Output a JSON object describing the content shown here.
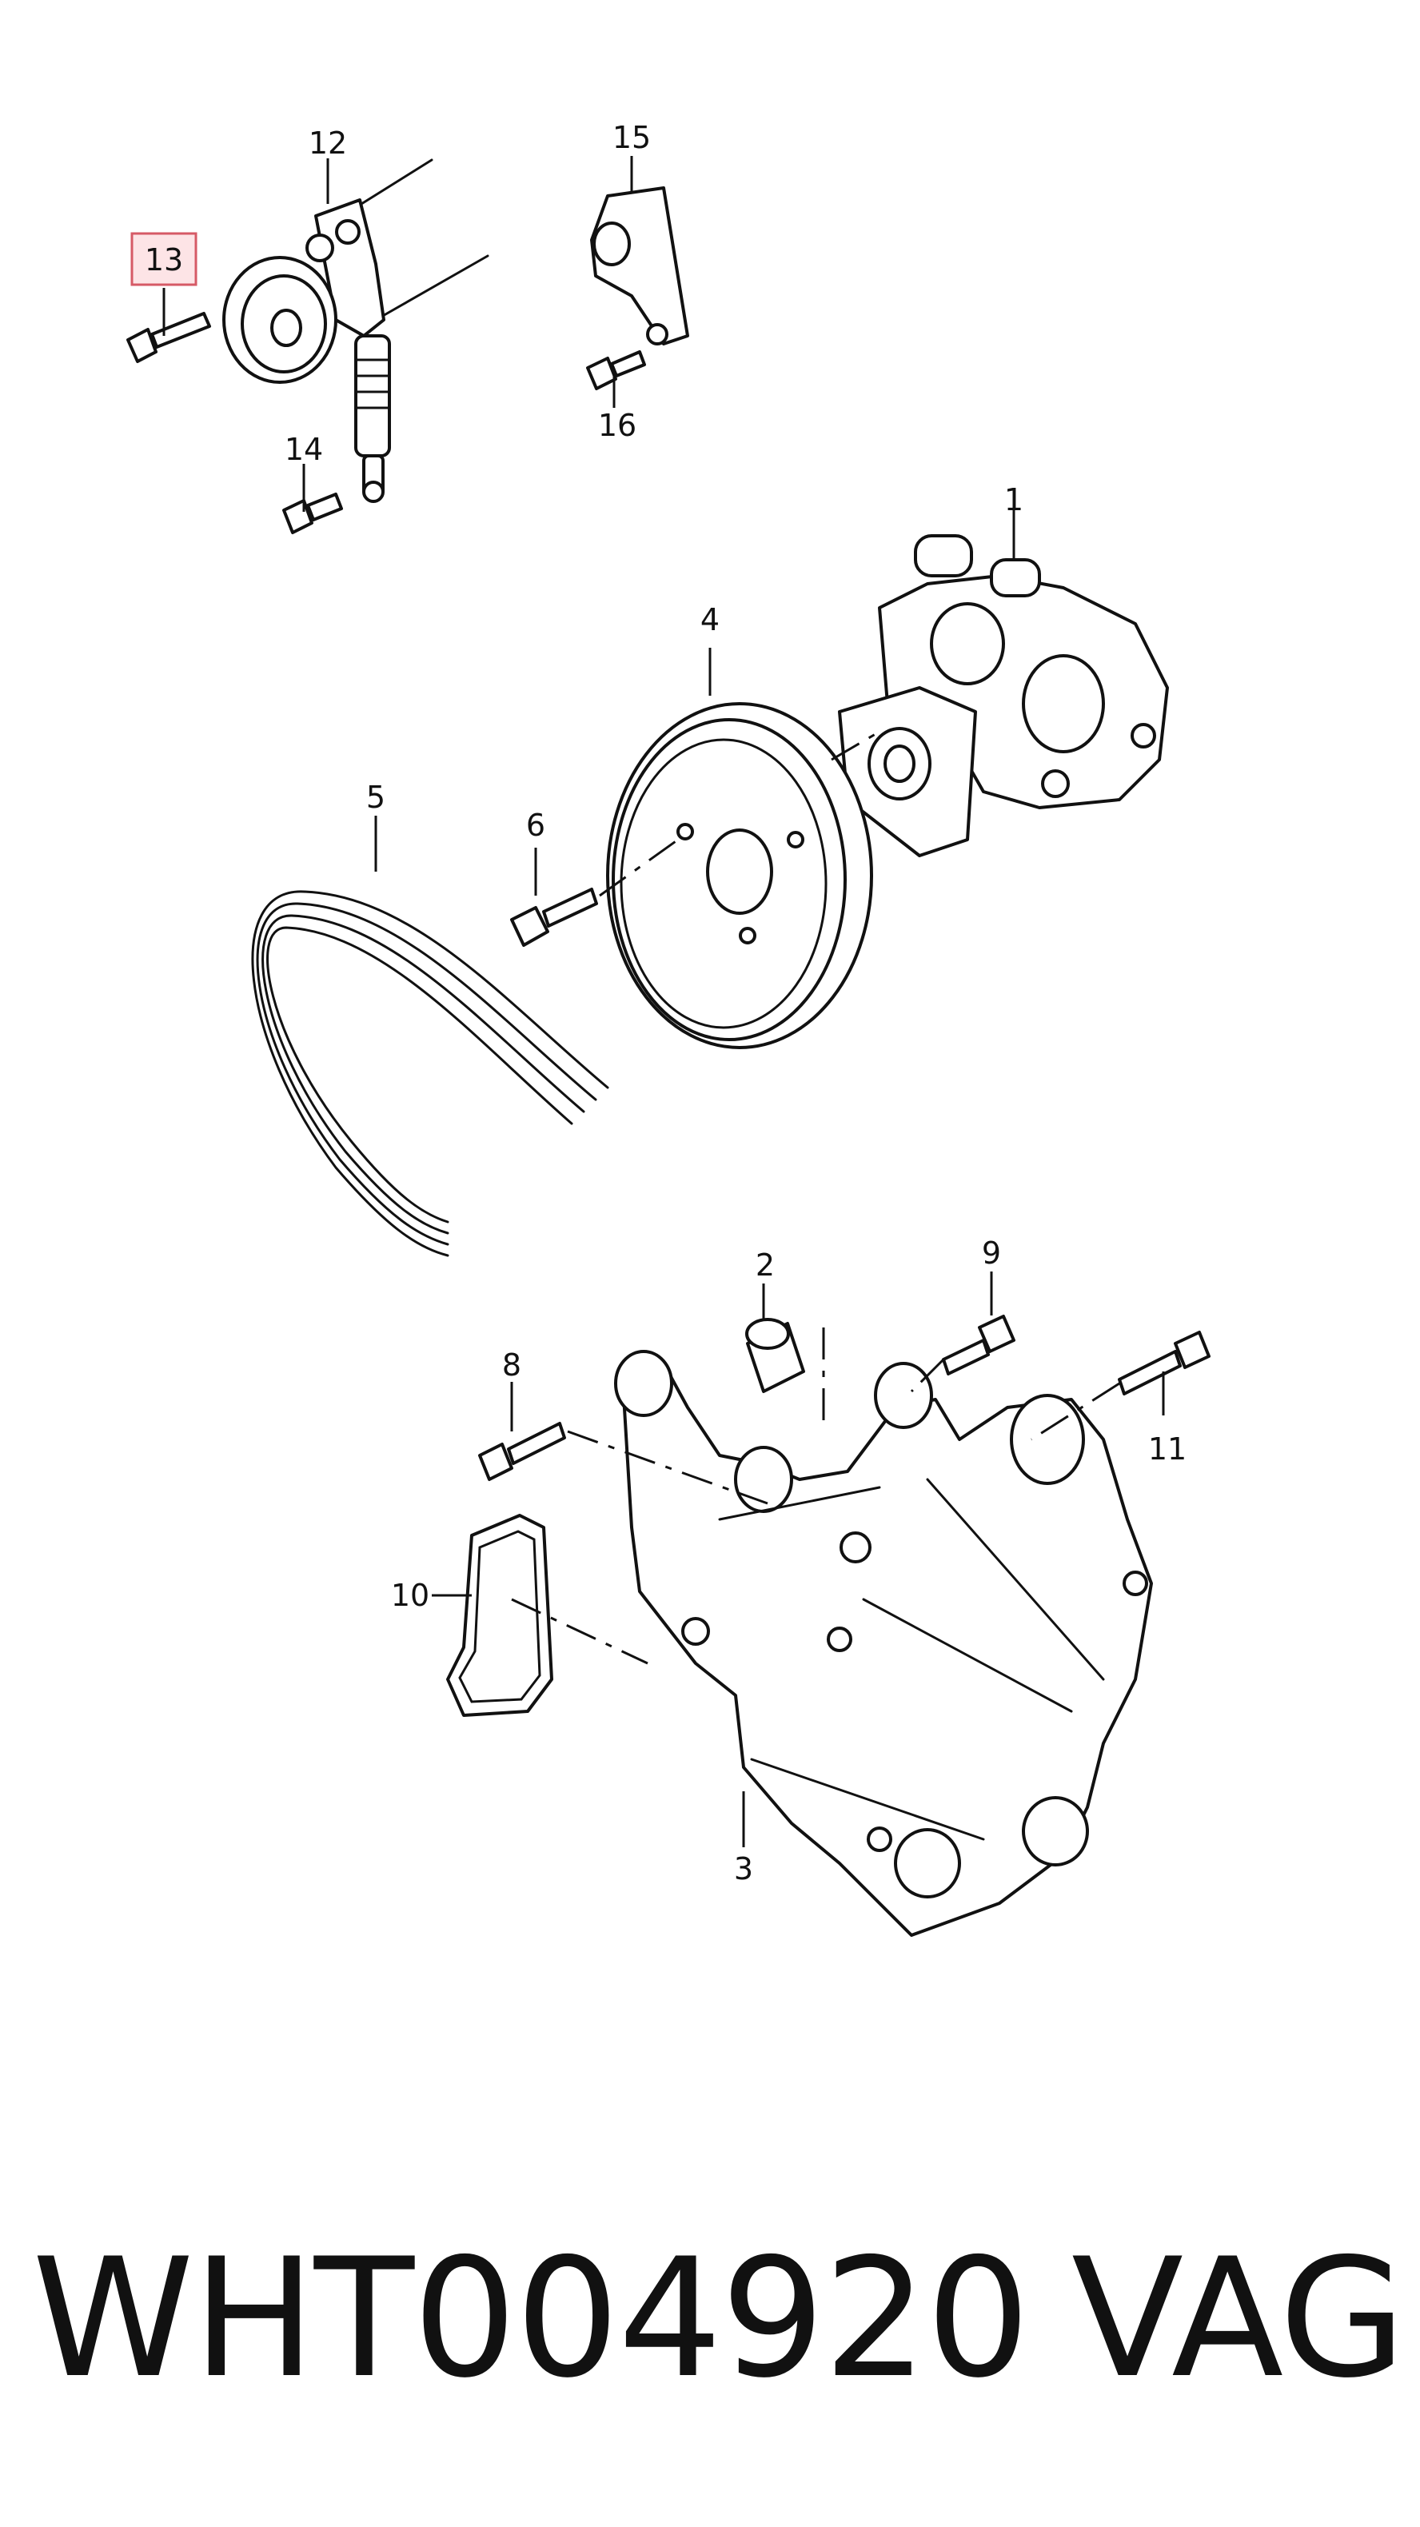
{
  "callouts": {
    "c1": "1",
    "c2": "2",
    "c3": "3",
    "c4": "4",
    "c5": "5",
    "c6": "6",
    "c8": "8",
    "c9": "9",
    "c10": "10",
    "c11": "11",
    "c12": "12",
    "c13": "13",
    "c14": "14",
    "c15": "15",
    "c16": "16"
  },
  "highlighted_callout": "13",
  "highlight_color": "#fde4e6",
  "highlight_border_color": "#d65a66",
  "footer": {
    "part_number": "WHT004920",
    "brand": "VAG"
  }
}
